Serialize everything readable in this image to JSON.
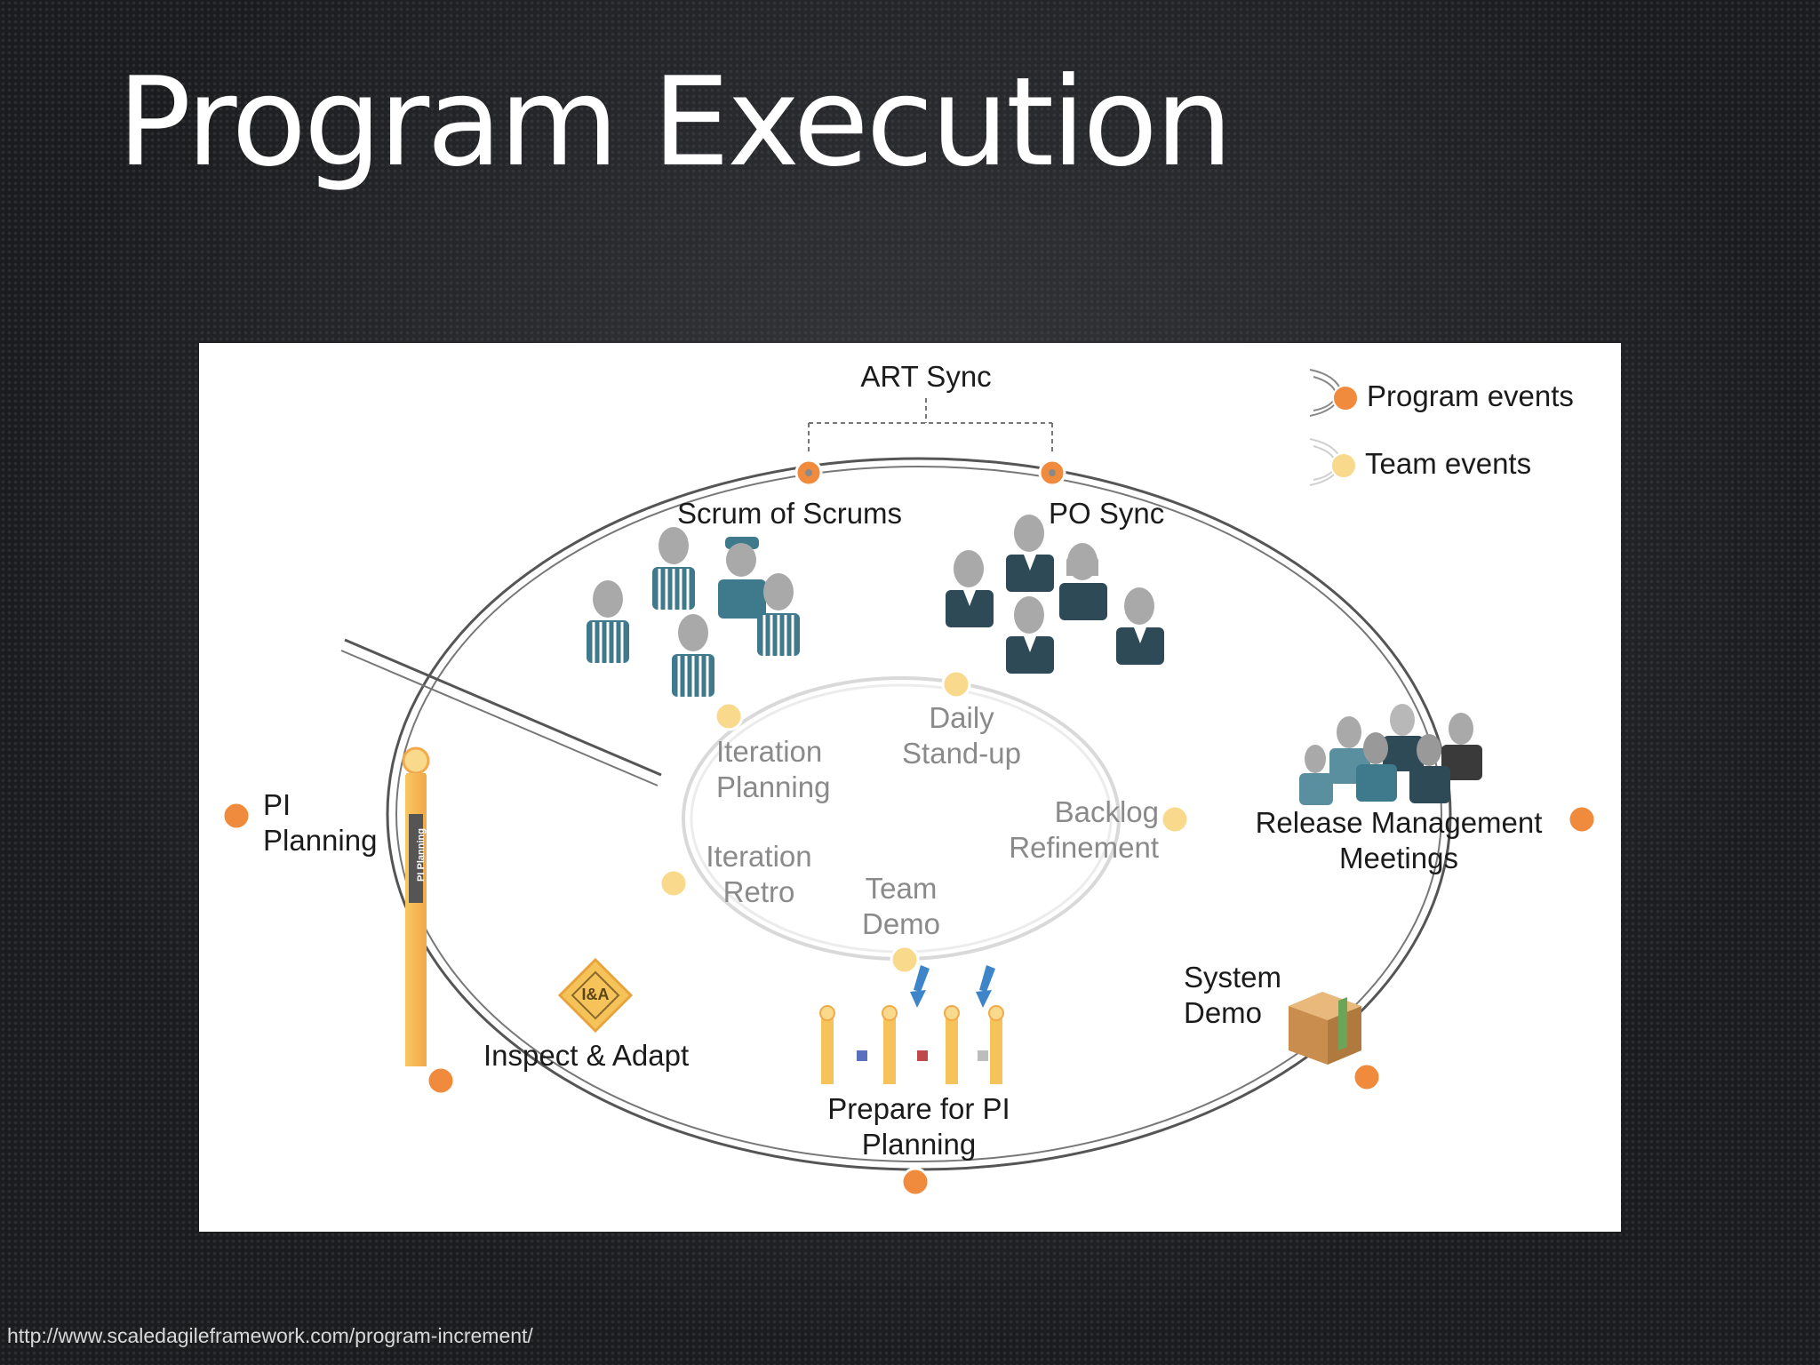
{
  "slide": {
    "title": "Program Execution",
    "source_url": "http://www.scaledagileframework.com/program-increment/"
  },
  "colors": {
    "program_event": "#f08a3c",
    "team_event": "#f9d98b",
    "people_teal": "#3f7a8c",
    "people_dark": "#2e4a57",
    "people_grey": "#a9a9a9"
  },
  "legend": {
    "program_events": "Program events",
    "team_events": "Team events"
  },
  "program_events": {
    "art_sync": "ART Sync",
    "scrum_of_scrums": "Scrum of Scrums",
    "po_sync": "PO Sync",
    "pi_planning_line1": "PI",
    "pi_planning_line2": "Planning",
    "release_mgmt_line1": "Release Management",
    "release_mgmt_line2": "Meetings",
    "system_demo_line1": "System",
    "system_demo_line2": "Demo",
    "inspect_adapt": "Inspect & Adapt",
    "prepare_pi_line1": "Prepare for PI",
    "prepare_pi_line2": "Planning"
  },
  "team_events": {
    "iteration_planning_line1": "Iteration",
    "iteration_planning_line2": "Planning",
    "daily_standup_line1": "Daily",
    "daily_standup_line2": "Stand-up",
    "backlog_refinement_line1": "Backlog",
    "backlog_refinement_line2": "Refinement",
    "iteration_retro_line1": "Iteration",
    "iteration_retro_line2": "Retro",
    "team_demo_line1": "Team",
    "team_demo_line2": "Demo"
  },
  "icons": {
    "pi_planning_bar_text": "PI Planning",
    "inspect_adapt_badge": "I&A"
  }
}
